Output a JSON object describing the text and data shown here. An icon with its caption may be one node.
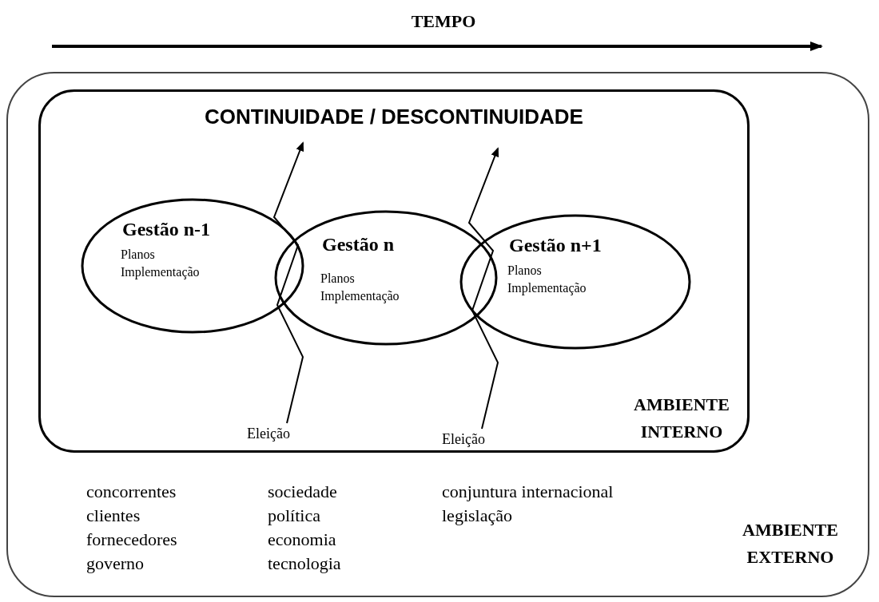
{
  "diagram": {
    "nodes": [
      {
        "text": [
          "AMBIENTE EXTERNO"
        ]
      },
      {
        "text": [
          "CONTINUIDADE / DESCONTINUIDADE",
          "AMBIENTE INTERNO"
        ],
        "in": 0
      },
      {
        "text": [
          "Gestão n-1",
          "Planos Implementação"
        ],
        "in": 1
      },
      {
        "text": [
          "Gestão n",
          "Planos Implementação"
        ],
        "in": 1
      },
      {
        "text": [
          "Gestão n+1",
          "Planos Implementação"
        ],
        "in": 1
      },
      {
        "text": [
          "Eleição"
        ],
        "in": 1
      },
      {
        "text": [
          "Eleição"
        ],
        "in": 1
      }
    ],
    "edges": [
      {
        "from": 5,
        "to": null,
        "arrow": "to"
      },
      {
        "from": 6,
        "to": null,
        "arrow": "to"
      }
    ],
    "labels": [
      "TEMPO",
      "concorrentes",
      "sociedade",
      "conjuntura internacional",
      "clientes",
      "política",
      "legislação",
      "fornecedores",
      "economia",
      "governo",
      "tecnologia"
    ]
  }
}
